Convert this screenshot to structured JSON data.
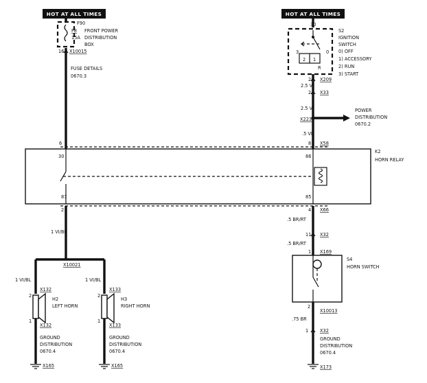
{
  "hot_labels": [
    "HOT AT ALL TIMES",
    "HOT AT ALL TIMES"
  ],
  "fuse": {
    "id": "F90",
    "ref": "F8",
    "rating": "15A",
    "desc": [
      "FRONT POWER",
      "DISTRIBUTION",
      "BOX"
    ],
    "pin": "16",
    "connector": "X10015",
    "details": [
      "FUSE DETAILS",
      "0670.3"
    ]
  },
  "ignition": {
    "id": "S2",
    "name": [
      "IGNITION",
      "SWITCH"
    ],
    "positions": [
      "0)  OFF",
      "1)  ACCESSORY",
      "2)  RUN",
      "3)  START"
    ],
    "pin_top": "30",
    "contacts": [
      "3",
      "2",
      "1",
      "0",
      "R"
    ],
    "pin_bottom": "2",
    "connector": "X209"
  },
  "right_wire": {
    "wire1": "2.5 VI",
    "x33_pin": "2",
    "x33": "X33",
    "wire2": "2.5 VI",
    "splice": "X223",
    "power_dist": [
      "POWER",
      "DISTRIBUTION",
      "0670.2"
    ],
    "wire3": ".5 VI"
  },
  "relay": {
    "id": "K2",
    "name": "HORN RELAY",
    "pin_left_top": "6",
    "pin_right_top": "8",
    "conn_top": "X58",
    "term_30": "30",
    "term_86": "86",
    "term_87": "87",
    "term_85": "85",
    "pin_left_bottom": "2",
    "pin_right_bottom": "4",
    "conn_bottom": "X66"
  },
  "horn_side": {
    "wire_main": "1 VI/BL",
    "splice": "X10021",
    "left_wire": "1 VI/BL",
    "right_wire": "1 VI/BL",
    "left_horn": {
      "conn": "X132",
      "id": "H2",
      "name": "LEFT HORN",
      "pin_top": "2",
      "pin_bottom": "1",
      "conn_bottom": "X132"
    },
    "right_horn": {
      "conn": "X133",
      "id": "H3",
      "name": "RIGHT HORN",
      "pin_top": "2",
      "pin_bottom": "1",
      "conn_bottom": "X133"
    },
    "ground_left": [
      "GROUND",
      "DISTRIBUTION",
      "0670.4"
    ],
    "ground_right": [
      "GROUND",
      "DISTRIBUTION",
      "0670.4"
    ],
    "gnd_left": "X165",
    "gnd_right": "X165"
  },
  "horn_switch": {
    "wire1": ".5 BR/RT",
    "x32_pin": "11",
    "x32": "X32",
    "wire2": ".5 BR/RT",
    "pin_top": "1",
    "conn_top": "X169",
    "id": "S4",
    "name": "HORN SWITCH",
    "pin_bottom": "2",
    "conn_bottom": "X10013",
    "wire3": ".75 BR",
    "x32b_pin": "1",
    "x32b": "X32",
    "ground": [
      "GROUND",
      "DISTRIBUTION",
      "0670.4"
    ],
    "gnd": "X173"
  }
}
